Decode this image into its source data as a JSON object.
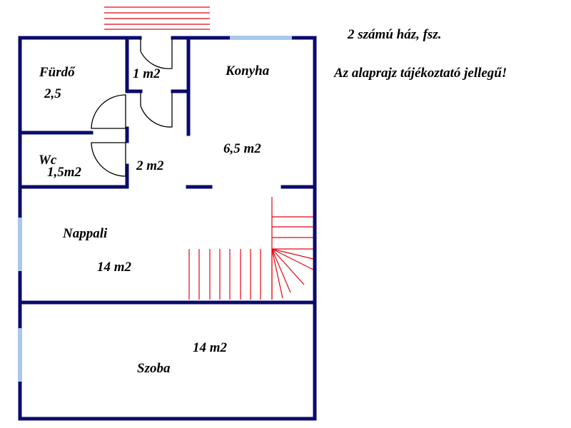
{
  "captions": {
    "title": "2 számú ház, fsz.",
    "note": "Az alaprajz tájékoztató jellegű!"
  },
  "rooms": {
    "furdo": {
      "name": "Fürdő",
      "area": "2,5"
    },
    "hall_small": {
      "area": "1 m2"
    },
    "konyha": {
      "name": "Konyha",
      "area": "6,5 m2"
    },
    "wc": {
      "name": "Wc",
      "area": "1,5m2"
    },
    "hall": {
      "area": "2 m2"
    },
    "nappali": {
      "name": "Nappali",
      "area": "14 m2"
    },
    "szoba": {
      "name": "Szoba",
      "area": "14 m2"
    }
  },
  "colors": {
    "wall": "#0a0a6e",
    "window": "#a9c8ea",
    "stairs": "#e30613",
    "text": "#000000"
  }
}
